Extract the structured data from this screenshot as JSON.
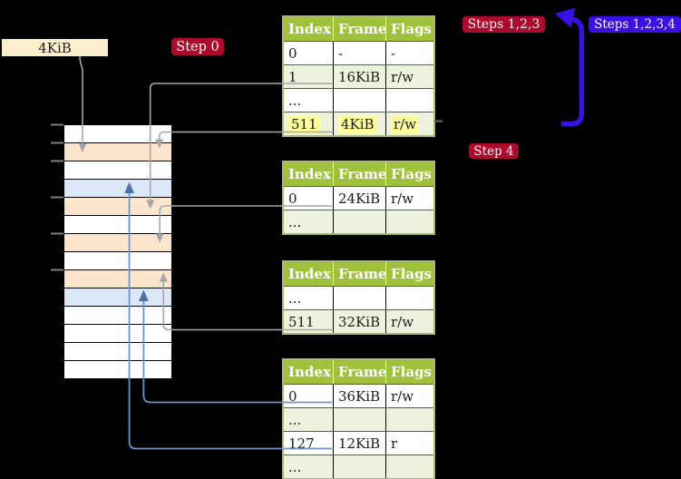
{
  "size_label": "4KiB",
  "badges": {
    "step0": "Step 0",
    "steps123": "Steps 1,2,3",
    "steps1234": "Steps 1,2,3,4",
    "step4": "Step 4"
  },
  "colors": {
    "badge_red": "#ab0c2d",
    "badge_blue": "#3a10e4",
    "header_green": "#a0c13c",
    "table_border": "#a9bc6b",
    "row_green": "#edf2de",
    "highlight_yellow": "#ffff9c",
    "frame_peach": "#fce5cd",
    "frame_blue": "#dbe7f6",
    "connector_gray": "#a6a6a6",
    "connector_blue_line": "#7092c5",
    "connector_blue_head": "#4d71a9",
    "label_cream": "#fbefce",
    "tick_gray": "#7f7f7f"
  },
  "tables": [
    {
      "headers": [
        "Index",
        "Frame",
        "Flags"
      ],
      "rows": [
        {
          "index": "0",
          "frame": "-",
          "flags": "-"
        },
        {
          "index": "1",
          "frame": "16KiB",
          "flags": "r/w"
        },
        {
          "index": "...",
          "frame": "",
          "flags": ""
        },
        {
          "index": "511",
          "frame": "4KiB",
          "flags": "r/w"
        }
      ]
    },
    {
      "headers": [
        "Index",
        "Frame",
        "Flags"
      ],
      "rows": [
        {
          "index": "0",
          "frame": "24KiB",
          "flags": "r/w"
        },
        {
          "index": "...",
          "frame": "",
          "flags": ""
        }
      ]
    },
    {
      "headers": [
        "Index",
        "Frame",
        "Flags"
      ],
      "rows": [
        {
          "index": "...",
          "frame": "",
          "flags": ""
        },
        {
          "index": "511",
          "frame": "32KiB",
          "flags": "r/w"
        }
      ]
    },
    {
      "headers": [
        "Index",
        "Frame",
        "Flags"
      ],
      "rows": [
        {
          "index": "0",
          "frame": "36KiB",
          "flags": "r/w"
        },
        {
          "index": "...",
          "frame": "",
          "flags": ""
        },
        {
          "index": "127",
          "frame": "12KiB",
          "flags": "r"
        },
        {
          "index": "...",
          "frame": "",
          "flags": ""
        }
      ]
    }
  ],
  "memory": {
    "rows": [
      "free",
      "table",
      "free",
      "page",
      "table",
      "free",
      "table",
      "free",
      "table",
      "page",
      "free",
      "free",
      "free",
      "free"
    ]
  }
}
